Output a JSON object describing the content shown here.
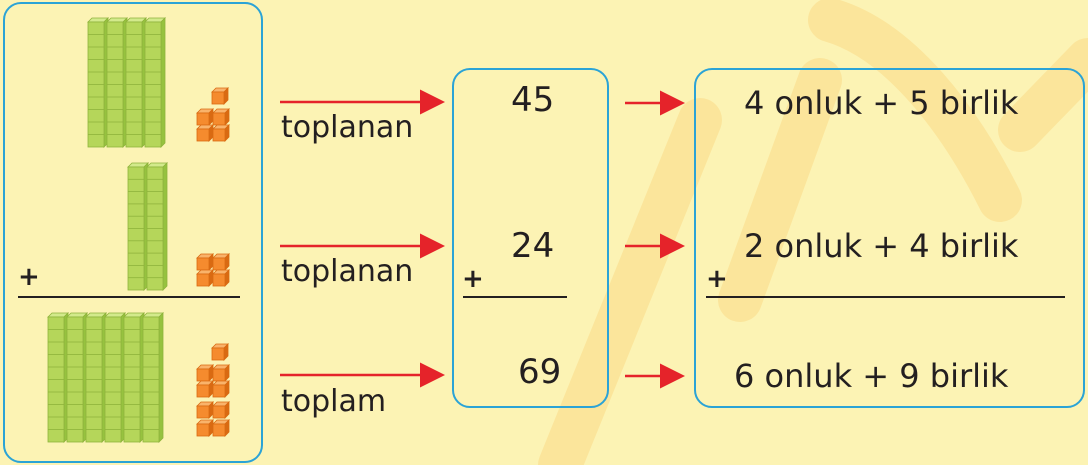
{
  "rows": [
    {
      "label": "toplanan",
      "number": "45",
      "parts": "4 onluk + 5 birlik",
      "tens": 4,
      "ones": 5
    },
    {
      "label": "toplanan",
      "number": "24",
      "parts": "2 onluk + 4 birlik",
      "tens": 2,
      "ones": 4
    },
    {
      "label": "toplam",
      "number": "69",
      "parts": "6 onluk + 9 birlik",
      "tens": 6,
      "ones": 9
    }
  ],
  "plus_sign": "+",
  "colors": {
    "background": "#fcf3b4",
    "box_border": "#2ba3d6",
    "arrow": "#e5232a",
    "tens_block": "#b5d65a",
    "ones_block": "#f58b2e"
  }
}
